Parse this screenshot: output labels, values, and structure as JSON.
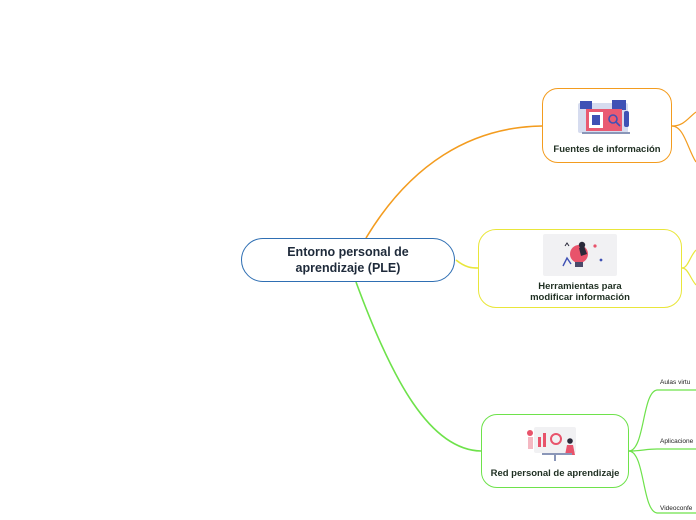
{
  "central": {
    "label": "Entorno personal de aprendizaje (PLE)"
  },
  "branches": [
    {
      "label": "Fuentes de información",
      "color": "#f39c1f",
      "illustration": "desk-research-illustration"
    },
    {
      "label": "Herramientas para modificar información",
      "color": "#e9e63a",
      "illustration": "lightbulb-idea-illustration"
    },
    {
      "label": "Red personal de aprendizaje",
      "color": "#6ee24b",
      "illustration": "presentation-meeting-illustration",
      "subtopics": [
        "Aulas virtu",
        "Aplicacione",
        "Videoconfe"
      ]
    }
  ],
  "colors": {
    "central_border": "#2f6fb3"
  }
}
